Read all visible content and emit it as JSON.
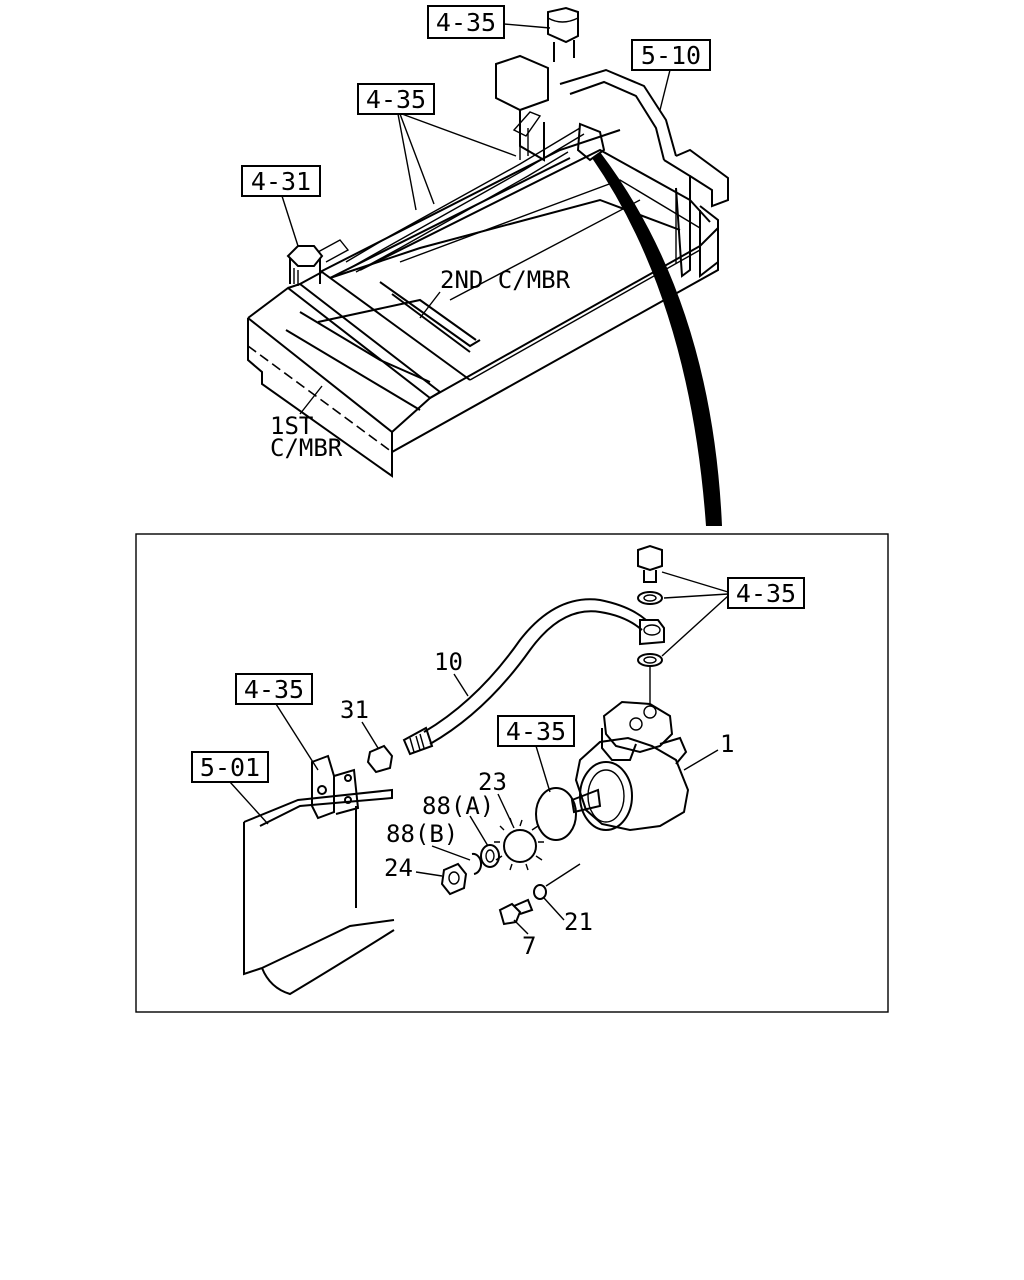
{
  "references": {
    "ref_top_pipe": "4-35",
    "ref_frame_right": "5-10",
    "ref_pipes_middle": "4-35",
    "ref_tank": "4-31",
    "ref_banjo": "4-35",
    "ref_bracket": "4-35",
    "ref_frame_left": "5-01",
    "ref_oring": "4-35"
  },
  "labels": {
    "second_crossmember": "2ND C/MBR",
    "first_crossmember_line1": "1ST",
    "first_crossmember_line2": "C/MBR"
  },
  "parts": {
    "pump": "1",
    "hose": "10",
    "nut_31": "31",
    "gear": "23",
    "washer_a": "88(A)",
    "washer_b": "88(B)",
    "nut_24": "24",
    "washer_21": "21",
    "bolt": "7"
  }
}
